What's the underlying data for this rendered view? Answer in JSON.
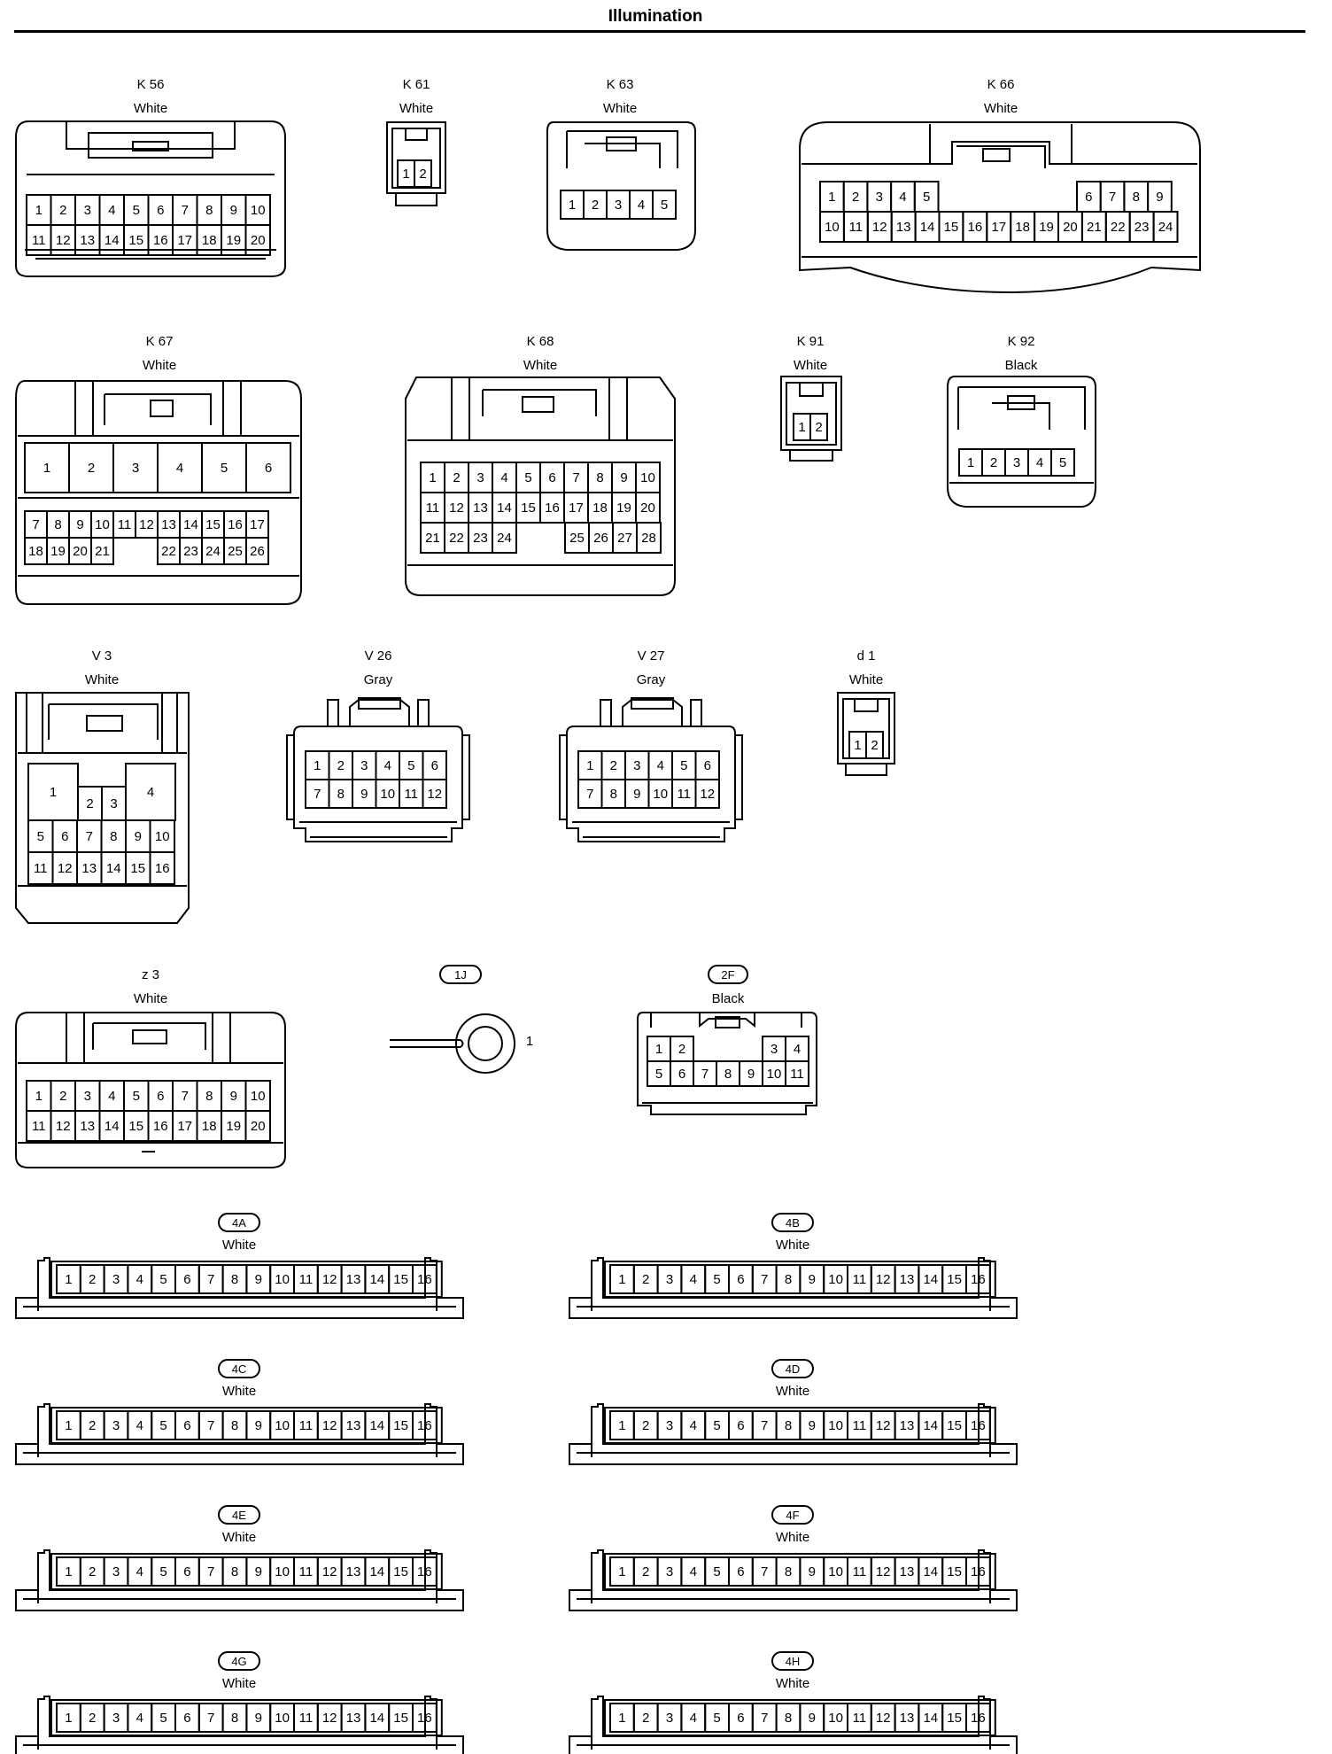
{
  "title": "Illumination",
  "connectors": [
    {
      "id": "K 56",
      "color": "White",
      "style": "plain",
      "pins": [
        "1",
        "2",
        "3",
        "4",
        "5",
        "6",
        "7",
        "8",
        "9",
        "10",
        "11",
        "12",
        "13",
        "14",
        "15",
        "16",
        "17",
        "18",
        "19",
        "20"
      ]
    },
    {
      "id": "K 61",
      "color": "White",
      "style": "plain",
      "pins": [
        "1",
        "2"
      ]
    },
    {
      "id": "K 63",
      "color": "White",
      "style": "plain",
      "pins": [
        "1",
        "2",
        "3",
        "4",
        "5"
      ]
    },
    {
      "id": "K 66",
      "color": "White",
      "style": "plain",
      "pins": [
        "1",
        "2",
        "3",
        "4",
        "5",
        "6",
        "7",
        "8",
        "9",
        "10",
        "11",
        "12",
        "13",
        "14",
        "15",
        "16",
        "17",
        "18",
        "19",
        "20",
        "21",
        "22",
        "23",
        "24"
      ]
    },
    {
      "id": "K 67",
      "color": "White",
      "style": "plain",
      "pins": [
        "1",
        "2",
        "3",
        "4",
        "5",
        "6",
        "7",
        "8",
        "9",
        "10",
        "11",
        "12",
        "13",
        "14",
        "15",
        "16",
        "17",
        "18",
        "19",
        "20",
        "21",
        "22",
        "23",
        "24",
        "25",
        "26"
      ]
    },
    {
      "id": "K 68",
      "color": "White",
      "style": "plain",
      "pins": [
        "1",
        "2",
        "3",
        "4",
        "5",
        "6",
        "7",
        "8",
        "9",
        "10",
        "11",
        "12",
        "13",
        "14",
        "15",
        "16",
        "17",
        "18",
        "19",
        "20",
        "21",
        "22",
        "23",
        "24",
        "25",
        "26",
        "27",
        "28"
      ]
    },
    {
      "id": "K 91",
      "color": "White",
      "style": "plain",
      "pins": [
        "1",
        "2"
      ]
    },
    {
      "id": "K 92",
      "color": "Black",
      "style": "plain",
      "pins": [
        "1",
        "2",
        "3",
        "4",
        "5"
      ]
    },
    {
      "id": "V 3",
      "color": "White",
      "style": "plain",
      "pins": [
        "1",
        "2",
        "3",
        "4",
        "5",
        "6",
        "7",
        "8",
        "9",
        "10",
        "11",
        "12",
        "13",
        "14",
        "15",
        "16"
      ]
    },
    {
      "id": "V 26",
      "color": "Gray",
      "style": "plain",
      "pins": [
        "1",
        "2",
        "3",
        "4",
        "5",
        "6",
        "7",
        "8",
        "9",
        "10",
        "11",
        "12"
      ]
    },
    {
      "id": "V 27",
      "color": "Gray",
      "style": "plain",
      "pins": [
        "1",
        "2",
        "3",
        "4",
        "5",
        "6",
        "7",
        "8",
        "9",
        "10",
        "11",
        "12"
      ]
    },
    {
      "id": "d 1",
      "color": "White",
      "style": "plain",
      "pins": [
        "1",
        "2"
      ]
    },
    {
      "id": "z 3",
      "color": "White",
      "style": "plain",
      "pins": [
        "1",
        "2",
        "3",
        "4",
        "5",
        "6",
        "7",
        "8",
        "9",
        "10",
        "11",
        "12",
        "13",
        "14",
        "15",
        "16",
        "17",
        "18",
        "19",
        "20"
      ]
    },
    {
      "id": "1J",
      "color": "",
      "style": "pill",
      "pins": [
        "1"
      ]
    },
    {
      "id": "2F",
      "color": "Black",
      "style": "pill",
      "pins": [
        "1",
        "2",
        "3",
        "4",
        "5",
        "6",
        "7",
        "8",
        "9",
        "10",
        "11"
      ]
    },
    {
      "id": "4A",
      "color": "White",
      "style": "pill",
      "pins": [
        "1",
        "2",
        "3",
        "4",
        "5",
        "6",
        "7",
        "8",
        "9",
        "10",
        "11",
        "12",
        "13",
        "14",
        "15",
        "16"
      ]
    },
    {
      "id": "4B",
      "color": "White",
      "style": "pill",
      "pins": [
        "1",
        "2",
        "3",
        "4",
        "5",
        "6",
        "7",
        "8",
        "9",
        "10",
        "11",
        "12",
        "13",
        "14",
        "15",
        "16"
      ]
    },
    {
      "id": "4C",
      "color": "White",
      "style": "pill",
      "pins": [
        "1",
        "2",
        "3",
        "4",
        "5",
        "6",
        "7",
        "8",
        "9",
        "10",
        "11",
        "12",
        "13",
        "14",
        "15",
        "16"
      ]
    },
    {
      "id": "4D",
      "color": "White",
      "style": "pill",
      "pins": [
        "1",
        "2",
        "3",
        "4",
        "5",
        "6",
        "7",
        "8",
        "9",
        "10",
        "11",
        "12",
        "13",
        "14",
        "15",
        "16"
      ]
    },
    {
      "id": "4E",
      "color": "White",
      "style": "pill",
      "pins": [
        "1",
        "2",
        "3",
        "4",
        "5",
        "6",
        "7",
        "8",
        "9",
        "10",
        "11",
        "12",
        "13",
        "14",
        "15",
        "16"
      ]
    },
    {
      "id": "4F",
      "color": "White",
      "style": "pill",
      "pins": [
        "1",
        "2",
        "3",
        "4",
        "5",
        "6",
        "7",
        "8",
        "9",
        "10",
        "11",
        "12",
        "13",
        "14",
        "15",
        "16"
      ]
    },
    {
      "id": "4G",
      "color": "White",
      "style": "pill",
      "pins": [
        "1",
        "2",
        "3",
        "4",
        "5",
        "6",
        "7",
        "8",
        "9",
        "10",
        "11",
        "12",
        "13",
        "14",
        "15",
        "16"
      ]
    },
    {
      "id": "4H",
      "color": "White",
      "style": "pill",
      "pins": [
        "1",
        "2",
        "3",
        "4",
        "5",
        "6",
        "7",
        "8",
        "9",
        "10",
        "11",
        "12",
        "13",
        "14",
        "15",
        "16"
      ]
    }
  ]
}
